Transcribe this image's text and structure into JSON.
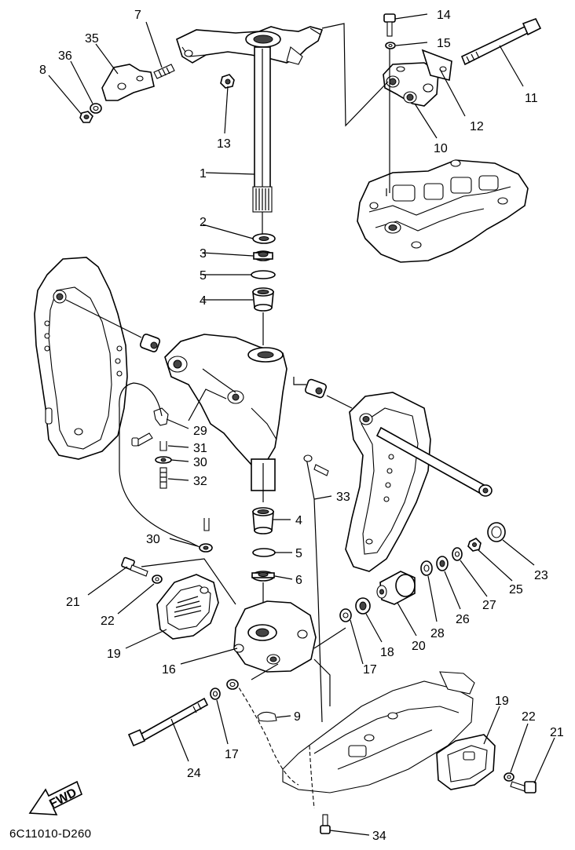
{
  "diagram": {
    "doc_code": "6C11010-D260",
    "fwd_label": "FWD",
    "callouts": [
      {
        "id": "c1",
        "label": "1"
      },
      {
        "id": "c2",
        "label": "2"
      },
      {
        "id": "c3",
        "label": "3"
      },
      {
        "id": "c4a",
        "label": "4"
      },
      {
        "id": "c4b",
        "label": "4"
      },
      {
        "id": "c5a",
        "label": "5"
      },
      {
        "id": "c5b",
        "label": "5"
      },
      {
        "id": "c6",
        "label": "6"
      },
      {
        "id": "c7",
        "label": "7"
      },
      {
        "id": "c8",
        "label": "8"
      },
      {
        "id": "c9",
        "label": "9"
      },
      {
        "id": "c10",
        "label": "10"
      },
      {
        "id": "c11",
        "label": "11"
      },
      {
        "id": "c12",
        "label": "12"
      },
      {
        "id": "c13",
        "label": "13"
      },
      {
        "id": "c14",
        "label": "14"
      },
      {
        "id": "c15",
        "label": "15"
      },
      {
        "id": "c16",
        "label": "16"
      },
      {
        "id": "c17a",
        "label": "17"
      },
      {
        "id": "c17b",
        "label": "17"
      },
      {
        "id": "c18",
        "label": "18"
      },
      {
        "id": "c19a",
        "label": "19"
      },
      {
        "id": "c19b",
        "label": "19"
      },
      {
        "id": "c20",
        "label": "20"
      },
      {
        "id": "c21a",
        "label": "21"
      },
      {
        "id": "c21b",
        "label": "21"
      },
      {
        "id": "c22a",
        "label": "22"
      },
      {
        "id": "c22b",
        "label": "22"
      },
      {
        "id": "c23",
        "label": "23"
      },
      {
        "id": "c24",
        "label": "24"
      },
      {
        "id": "c25",
        "label": "25"
      },
      {
        "id": "c26",
        "label": "26"
      },
      {
        "id": "c27",
        "label": "27"
      },
      {
        "id": "c28",
        "label": "28"
      },
      {
        "id": "c29",
        "label": "29"
      },
      {
        "id": "c30a",
        "label": "30"
      },
      {
        "id": "c30b",
        "label": "30"
      },
      {
        "id": "c31",
        "label": "31"
      },
      {
        "id": "c32",
        "label": "32"
      },
      {
        "id": "c33",
        "label": "33"
      },
      {
        "id": "c34",
        "label": "34"
      },
      {
        "id": "c35",
        "label": "35"
      },
      {
        "id": "c36",
        "label": "36"
      }
    ]
  }
}
